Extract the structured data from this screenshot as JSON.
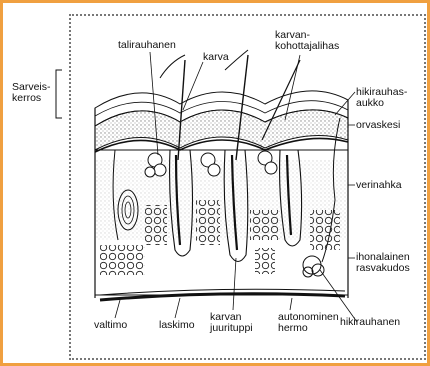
{
  "labels": {
    "sarveiskerros": "Sarveis-\nkerros",
    "talirauhanen": "talirauhanen",
    "karva": "karva",
    "karvankohottajalihas": "karvan-\nkohottajalihas",
    "hikirauhasaukko": "hikirauhas-\naukko",
    "orvaskesi": "orvaskesi",
    "verinahka": "verinahka",
    "ihonalainen": "ihonalainen\nrasvakudos",
    "hikirauhanen": "hikirauhanen",
    "valtimo": "valtimo",
    "laskimo": "laskimo",
    "karvanjuurituppi": "karvan\njuurituppi",
    "autonominenhermo": "autonominen\nhermo"
  },
  "colors": {
    "frame": "#f0a040",
    "ink": "#111111",
    "stipple": "#9a9a9a"
  }
}
